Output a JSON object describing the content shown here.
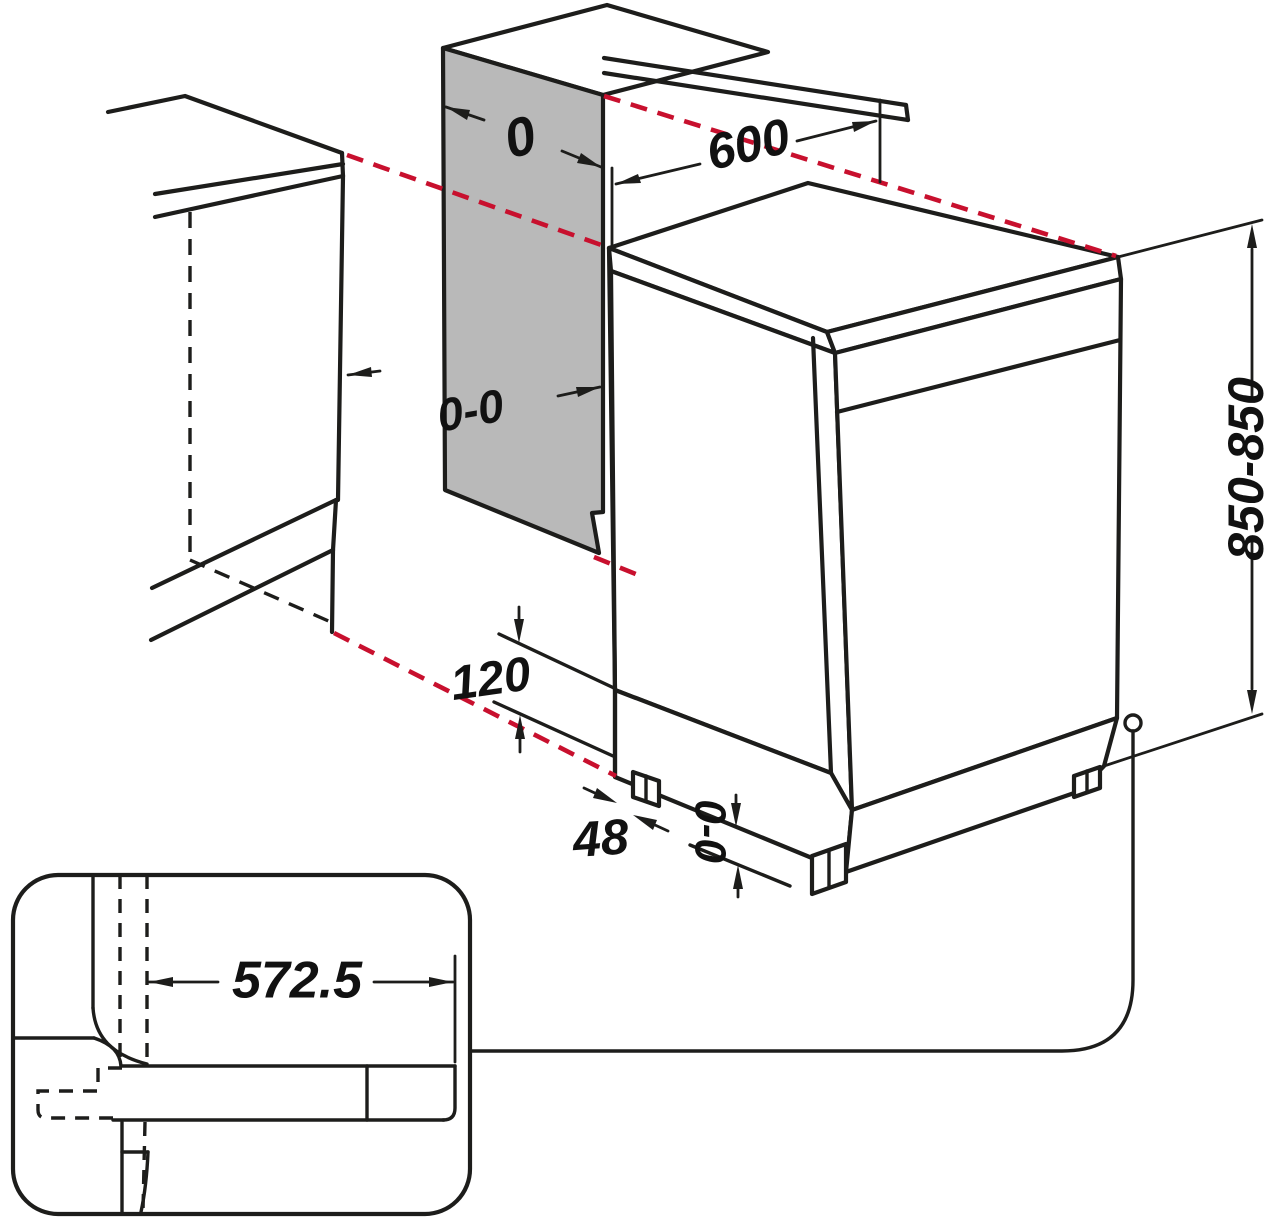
{
  "diagram": {
    "type": "appliance-installation-dimension-drawing",
    "labels": {
      "panel_width": "0",
      "niche_width": "600",
      "side_gap": "0-0",
      "height_range": "850-850",
      "plinth_height": "120",
      "foot_inset": "48",
      "bottom_gap": "0-0",
      "plinth_depth": "572.5"
    },
    "colors": {
      "line_color": "#1d1d1b",
      "projection_color": "#c8102e",
      "panel_fill": "#b9b9b9",
      "background": "#ffffff"
    }
  }
}
